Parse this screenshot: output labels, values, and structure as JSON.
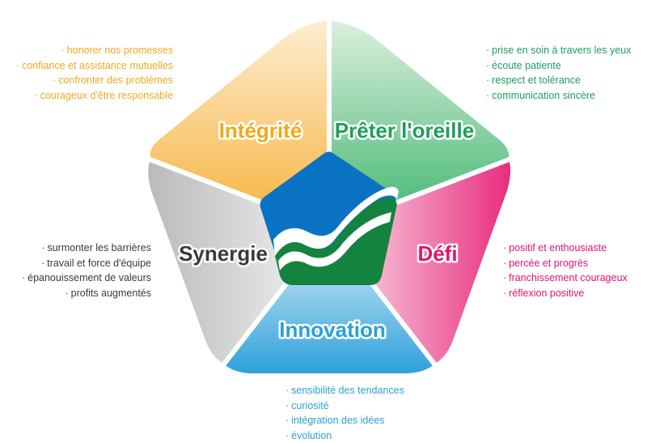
{
  "colors": {
    "integrite": "#f2a81c",
    "preter": "#1e9e5c",
    "defi": "#e4136f",
    "innovation": "#2aa0d8",
    "synergie": "#3a3a3a",
    "logo_blue": "#0a72c2",
    "logo_green": "#14833f"
  },
  "segments": {
    "integrite": {
      "title": "Intégrité",
      "items": [
        "honorer nos promesses",
        "confiance et assistance mutuelles",
        "confronter des problèmes",
        "courageux d'être responsable"
      ]
    },
    "preter": {
      "title": "Prêter l'oreille",
      "items": [
        "prise en soin à travers les yeux",
        "écoute patiente",
        "respect et tolérance",
        "communication sincère"
      ]
    },
    "defi": {
      "title": "Défi",
      "items": [
        "positif et enthousiaste",
        "percée et progrès",
        "franchissement courageux",
        "réflexion positive"
      ]
    },
    "innovation": {
      "title": "Innovation",
      "items": [
        "sensibilité des tendances",
        "curiosité",
        "intégration des idées",
        "évolution"
      ]
    },
    "synergie": {
      "title": "Synergie",
      "items": [
        "surmonter les barrières",
        "travail et force d'équipe",
        "épanouissement de valeurs",
        "profits augmentés"
      ]
    }
  },
  "bullet": "·"
}
